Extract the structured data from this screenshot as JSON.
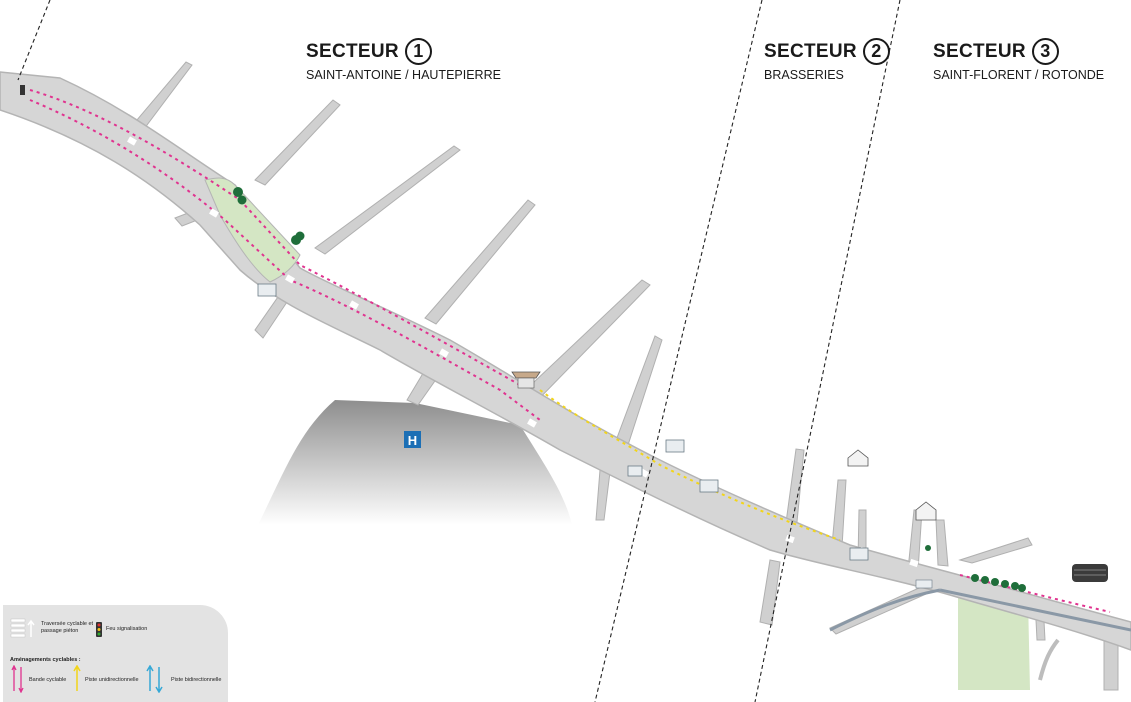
{
  "sectors": [
    {
      "title": "SECTEUR",
      "number": "1",
      "subtitle": "SAINT-ANTOINE / HAUTEPIERRE"
    },
    {
      "title": "SECTEUR",
      "number": "2",
      "subtitle": "BRASSERIES"
    },
    {
      "title": "SECTEUR",
      "number": "3",
      "subtitle": "SAINT-FLORENT / ROTONDE"
    }
  ],
  "legend": {
    "crossing": "Traversée cyclable et passage piéton",
    "traffic_light": "Feu signalisation",
    "heading": "Aménagements cyclables :",
    "bike_lane": "Bande cyclable",
    "one_way_track": "Piste unidirectionnelle",
    "two_way_track": "Piste bidirectionnelle"
  },
  "colors": {
    "road": "#d6d6d6",
    "road_edge": "#b4b4b4",
    "bike_lane": "#e0338f",
    "one_way_track": "#f2d51a",
    "two_way_track": "#36a8d6",
    "green_space": "#d4e6c4",
    "hospital": "#1c6fb5"
  },
  "poi": {
    "hospital_letter": "H"
  }
}
